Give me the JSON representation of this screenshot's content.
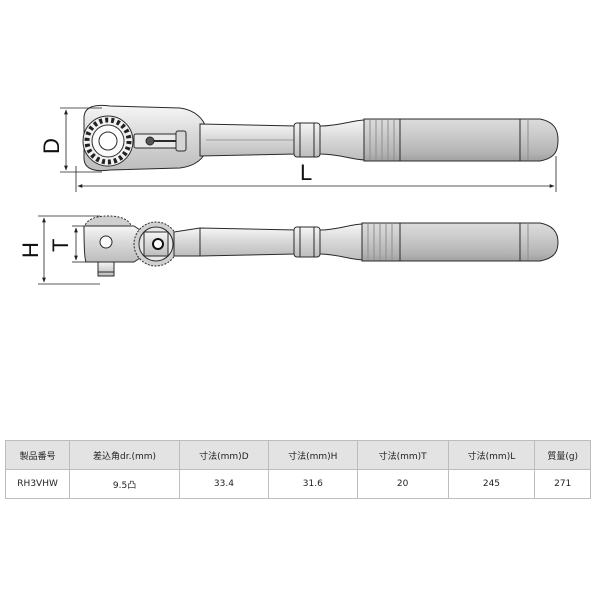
{
  "drawing": {
    "dim_labels": {
      "D": "D",
      "L": "L",
      "H": "H",
      "T": "T"
    }
  },
  "spec_table": {
    "headers": [
      "製品番号",
      "差込角dr.(mm)",
      "寸法(mm)D",
      "寸法(mm)H",
      "寸法(mm)T",
      "寸法(mm)L",
      "質量(g)"
    ],
    "rows": [
      [
        "RH3VHW",
        "9.5凸",
        "33.4",
        "31.6",
        "20",
        "245",
        "271"
      ]
    ]
  }
}
